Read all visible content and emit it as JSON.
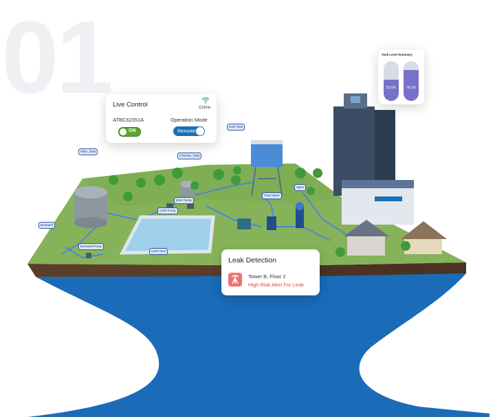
{
  "hero": {
    "number": "01"
  },
  "live_control": {
    "title": "Live Control",
    "status": "Online",
    "device_id": "ATBC62351A",
    "power_label": "ON",
    "operation_mode_label": "Operation Mode",
    "operation_mode_value": "Remote",
    "icon": "wifi-icon"
  },
  "tank_summary": {
    "title": "Tank Level Summary",
    "tanks": [
      {
        "percent_label": "53.6%",
        "level": 0.536
      },
      {
        "percent_label": "78.3%",
        "level": 0.783
      }
    ]
  },
  "leak_detection": {
    "title": "Leak Detection",
    "location": "Tower B, Floor 2",
    "alert": "High Risk Alert For Leak",
    "icon": "tower-alert-icon"
  },
  "scene_labels": {
    "filter_tank": "Filter_Tank",
    "chlorine_tank": "Chlorine_Tank",
    "esr_tank": "ESR Tank",
    "esr_pump": "ESR Pump",
    "ugr_pump": "UGR Pump",
    "flow_meter": "Flow Meter",
    "valve": "Valve",
    "borewell": "Borewell",
    "borewell_pump": "Borewell Pump",
    "ugr_tank": "UGR Tank"
  },
  "colors": {
    "grass": "#86b35a",
    "water": "#1a6bb8",
    "accent_green": "#5fa32e",
    "accent_blue": "#1a6fb5",
    "alert_red": "#e8433e",
    "tank_fill": "#7672c9"
  }
}
